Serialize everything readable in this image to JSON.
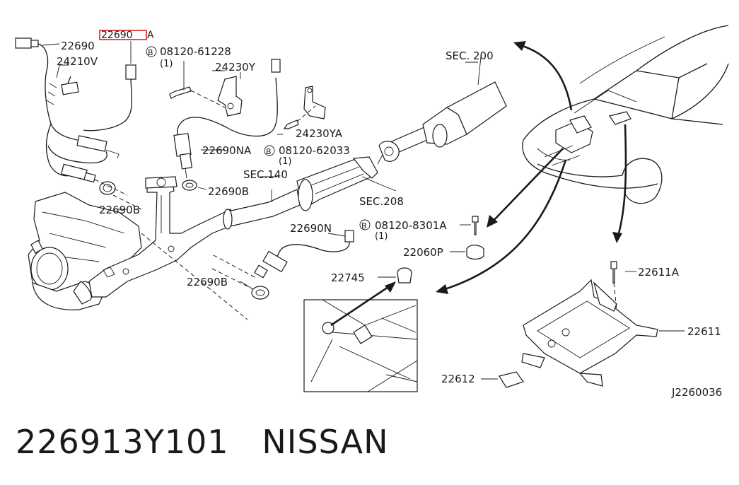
{
  "labels": {
    "p22690": "22690",
    "p22690_highlight": "22690",
    "p22690_highlight_suffix": "A",
    "p24210v": "24210V",
    "b08120_61228": "08120-61228",
    "b08120_61228_qty": "(1)",
    "p24230y": "24230Y",
    "p24230ya": "24230YA",
    "p22690na": "22690NA",
    "b08120_62033": "08120-62033",
    "b08120_62033_qty": "(1)",
    "p22690b_left": "22690B",
    "p22690b_center": "22690B",
    "p22690b_lower": "22690B",
    "sec140": "SEC.140",
    "sec200": "SEC. 200",
    "sec208": "SEC.208",
    "p22690n": "22690N",
    "b08120_8301a": "08120-8301A",
    "b08120_8301a_qty": "(1)",
    "p22060p": "22060P",
    "p22745": "22745",
    "p22611a": "22611A",
    "p22611": "22611",
    "p22612": "22612",
    "drawing_code": "J2260036",
    "bolt_marker": "B"
  },
  "caption": {
    "part_number": "226913Y101",
    "brand": "NISSAN"
  },
  "colors": {
    "highlight_box": "#e02020",
    "line": "#1a1a1a"
  }
}
